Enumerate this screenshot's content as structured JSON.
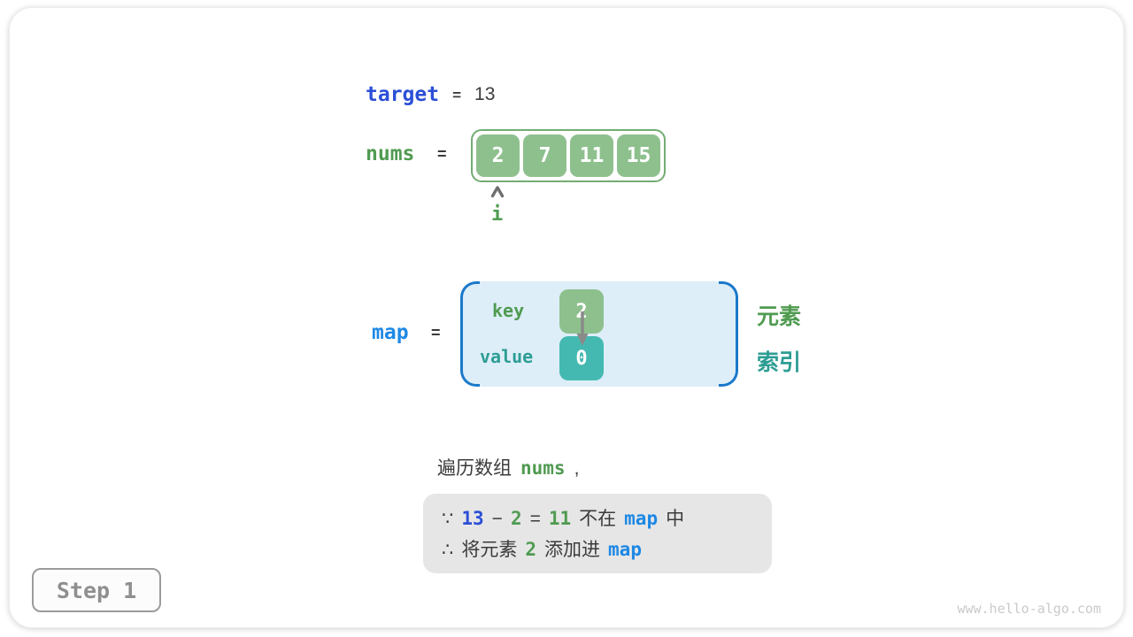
{
  "colors": {
    "target_blue": "#2b4fd7",
    "map_blue": "#1e88e5",
    "green_text": "#509b51",
    "teal_text": "#2d9d94",
    "cell_green": "#8ec08e",
    "cell_green_border": "#73ac73",
    "cell_teal": "#44b9b1",
    "map_box_bg": "#ddeef9",
    "map_bracket_blue": "#1b79ca",
    "dark_text": "#3b3b3b",
    "note_bg": "#e6e6e6",
    "step_gray": "#8f8f8f"
  },
  "header": {
    "target_label": "target",
    "eq": "=",
    "target_value": "13"
  },
  "nums": {
    "label": "nums",
    "eq": "=",
    "cells": [
      "2",
      "7",
      "11",
      "15"
    ],
    "pointer": "i"
  },
  "map": {
    "label": "map",
    "eq": "=",
    "key_label": "key",
    "key_cell": "2",
    "value_label": "value",
    "value_cell": "0",
    "annot_element": "元素",
    "annot_index": "索引"
  },
  "caption": {
    "prefix": "遍历数组",
    "code": "nums",
    "comma": ","
  },
  "note": {
    "because_sign": "∵",
    "target_num": "13",
    "minus": "−",
    "elem_num": "2",
    "equals": "=",
    "diff_num": "11",
    "not_in": "不在",
    "map_code": "map",
    "suffix_zhong": "中",
    "therefore_sign": "∴",
    "add_prefix": "将元素",
    "elem_num2": "2",
    "add_verb": "添加进",
    "map_code2": "map"
  },
  "footer": {
    "step": "Step 1",
    "watermark": "www.hello-algo.com"
  }
}
